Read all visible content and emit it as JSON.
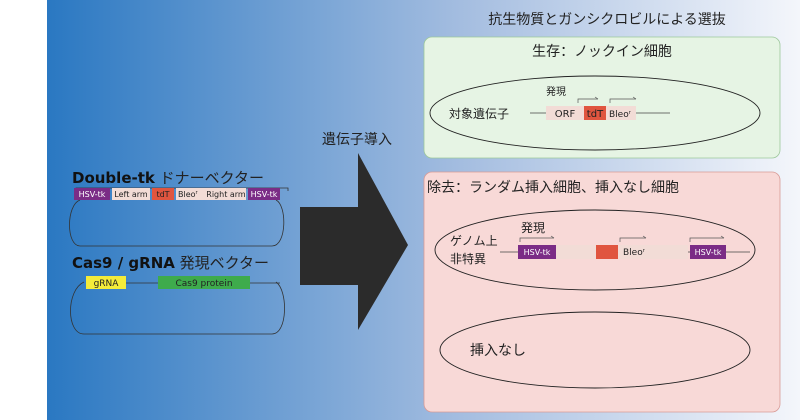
{
  "selection_title": "抗生物質とガンシクロビルによる選抜",
  "arrow_label": "遺伝子導入",
  "donor": {
    "title_bold": "Double-tk",
    "title_rest": " ドナーベクター",
    "segments": {
      "hsv_left": "HSV-tk",
      "left_arm": "Left arm",
      "tdt": "tdT",
      "bleo": "Bleo",
      "bleo_sup": "r",
      "right_arm": "Right arm",
      "hsv_right": "HSV-tk"
    }
  },
  "cas9": {
    "title_bold": "Cas9 / gRNA",
    "title_rest": " 発現ベクター",
    "grna": "gRNA",
    "protein": "Cas9 protein"
  },
  "survive": {
    "title": "生存：ノックイン細胞",
    "target_gene": "対象遺伝子",
    "expression": "発現",
    "orf": "ORF",
    "tdt": "tdT",
    "bleo": "Bleo",
    "bleo_sup": "r"
  },
  "remove": {
    "title": "除去：ランダム挿入細胞、挿入なし細胞",
    "genome_line1": "ゲノム上",
    "genome_line2": "非特異",
    "expression": "発現",
    "hsv_left": "HSV-tk",
    "bleo": "Bleo",
    "bleo_sup": "r",
    "hsv_right": "HSV-tk",
    "no_insert": "挿入なし"
  },
  "colors": {
    "hsv": "#7b2c86",
    "tdt": "#e0553f",
    "arm": "#f2dcd6",
    "grna": "#f4ec3a",
    "cas9": "#3eab4c",
    "survive_bg": "#e6f4e4",
    "remove_bg": "#f8d9d7"
  }
}
